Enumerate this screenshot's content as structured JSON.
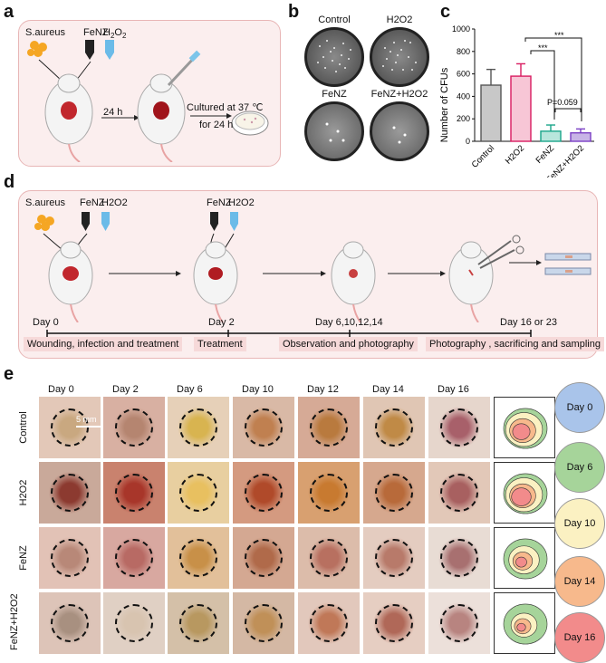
{
  "panels": {
    "a": "a",
    "b": "b",
    "c": "c",
    "d": "d",
    "e": "e"
  },
  "panel_a": {
    "bacteria": "S.aureus",
    "reagent1": "FeNZ",
    "reagent2_base": "H",
    "reagent2_sub": "2",
    "reagent2_tail": "O",
    "reagent2_sub2": "2",
    "time_label": "24 h",
    "culture_line1": "Cultured at 37 ℃",
    "culture_line2": "for 24 h"
  },
  "panel_b": {
    "dish_labels": [
      "Control",
      "H2O2",
      "FeNZ",
      "FeNZ+H2O2"
    ]
  },
  "panel_c": {
    "ylabel": "Number of CFUs",
    "sig1": "***",
    "sig2": "***",
    "pval": "P=0.059"
  },
  "chart_data": {
    "type": "bar",
    "categories": [
      "Control",
      "H2O2",
      "FeNZ",
      "FeNZ+H2O2"
    ],
    "values": [
      500,
      580,
      90,
      75
    ],
    "errors": [
      140,
      110,
      55,
      35
    ],
    "ylim": [
      0,
      1000
    ],
    "yticks": [
      0,
      200,
      400,
      600,
      800,
      1000
    ],
    "ylabel": "Number of CFUs",
    "colors": [
      "#c8c8c8",
      "#f7c6d6",
      "#b8e6dc",
      "#c8b4e6"
    ],
    "edge_colors": [
      "#555555",
      "#d81b60",
      "#1aa58a",
      "#7b3fc4"
    ]
  },
  "panel_d": {
    "bacteria": "S.aureus",
    "reagent1": "FeNZ",
    "reagent2": "H2O2",
    "reagent1b": "FeNZ",
    "reagent2b": "H2O2",
    "days": [
      "Day 0",
      "Day 2",
      "Day 6,10,12,14",
      "Day 16 or 23"
    ],
    "events": [
      "Wounding, infection and treatment",
      "Treatment",
      "Observation and photography",
      "Photography , sacrificing and sampling"
    ]
  },
  "panel_e": {
    "col_headers": [
      "Day 0",
      "Day 2",
      "Day 6",
      "Day 10",
      "Day 12",
      "Day 14",
      "Day 16"
    ],
    "row_labels": [
      "Control",
      "H2O2",
      "FeNZ",
      "FeNZ+H2O2"
    ],
    "scale_bar": "5 mm",
    "legend": [
      "Day 0",
      "Day 6",
      "Day 10",
      "Day 14",
      "Day 16"
    ],
    "legend_colors": [
      "#a9c4ea",
      "#a6d49a",
      "#fbf1c2",
      "#f7b98c",
      "#f28b8b"
    ]
  }
}
